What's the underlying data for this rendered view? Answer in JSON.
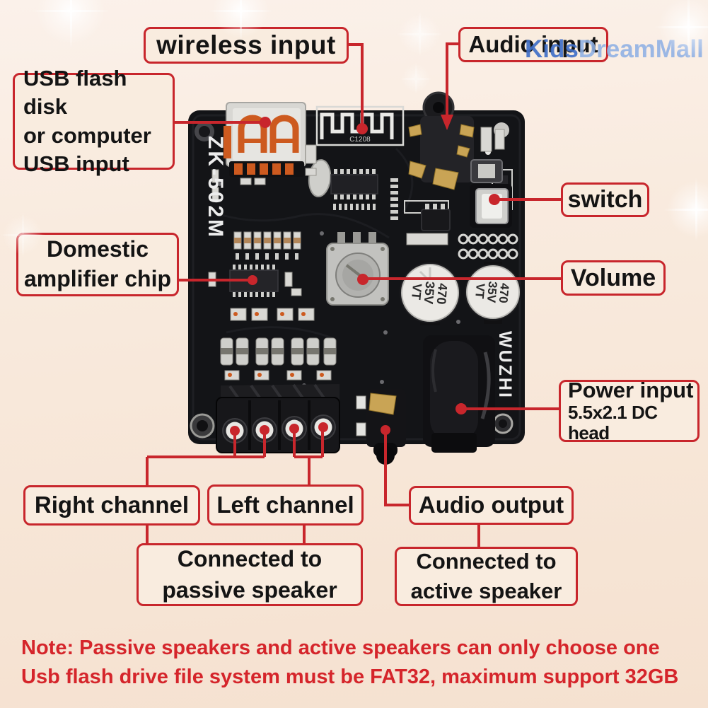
{
  "watermark": {
    "part1": "Kids",
    "part2": "DreamMall",
    "color_bold": "#4170c8",
    "color_light": "#8fb0e4"
  },
  "labels": {
    "wireless_input": "wireless input",
    "audio_input": "Audio input",
    "usb_line1": "USB flash disk",
    "usb_line2": "or computer",
    "usb_line3": "USB input",
    "switch": "switch",
    "amp_line1": "Domestic",
    "amp_line2": "amplifier chip",
    "volume": "Volume",
    "power_line1": "Power input",
    "power_line2": "5.5x2.1 DC head",
    "right_channel": "Right channel",
    "left_channel": "Left channel",
    "audio_output": "Audio output",
    "passive_line1": "Connected to",
    "passive_line2": "passive speaker",
    "active_line1": "Connected to",
    "active_line2": "active speaker"
  },
  "board": {
    "model": "ZK-502M",
    "brand": "WUZHI",
    "antenna_label": "C1208",
    "capacitor_marking": {
      "l1": "470",
      "l2": "35V",
      "l3": "VT"
    }
  },
  "note": {
    "line1": "Note: Passive speakers and active speakers can only choose one",
    "line2": "Usb flash drive file system must be FAT32, maximum support 32GB"
  },
  "colors": {
    "callout_red": "#c8262c",
    "note_red": "#d5252b",
    "background_top": "#fbf1ea",
    "background_bottom": "#f5e1d0",
    "board_black": "#131417"
  }
}
